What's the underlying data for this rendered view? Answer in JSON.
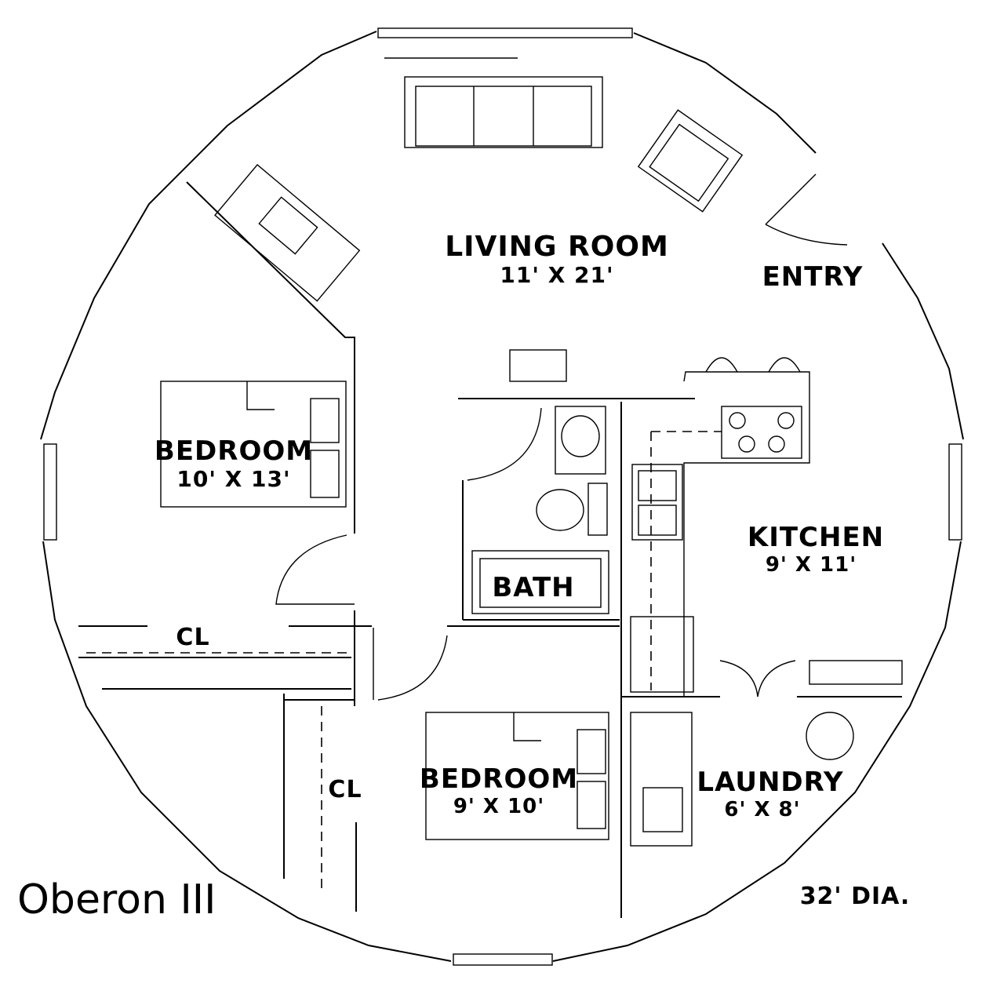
{
  "plan_name": "Oberon III",
  "diameter": "32' DIA.",
  "rooms": {
    "living_room": {
      "name": "LIVING ROOM",
      "size": "11' X 21'"
    },
    "entry": {
      "name": "ENTRY"
    },
    "bedroom_1": {
      "name": "BEDROOM",
      "size": "10' X 13'"
    },
    "bedroom_2": {
      "name": "BEDROOM",
      "size": "9' X 10'"
    },
    "bath": {
      "name": "BATH"
    },
    "kitchen": {
      "name": "KITCHEN",
      "size": "9' X 11'"
    },
    "laundry": {
      "name": "LAUNDRY",
      "size": "6' X 8'"
    },
    "closet_1": {
      "name": "CL"
    },
    "closet_2": {
      "name": "CL"
    }
  }
}
